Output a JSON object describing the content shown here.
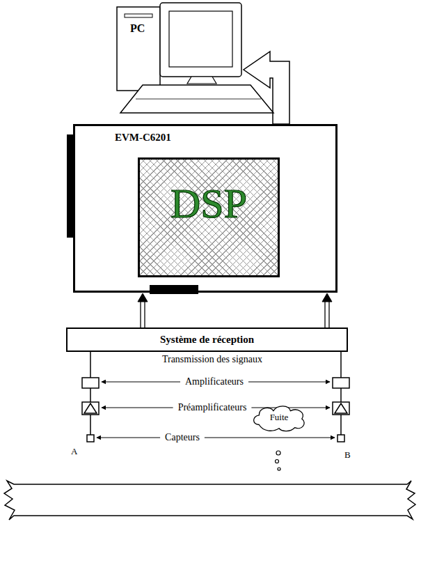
{
  "diagram": {
    "nodes": [
      {
        "text": [
          "PC"
        ]
      },
      {
        "text": [
          "EVM-C6201"
        ]
      },
      {
        "text": [
          "DSP"
        ],
        "in": 1
      },
      {
        "text": [
          "Système de réception"
        ]
      },
      {
        "text": [
          "Fuite"
        ]
      }
    ],
    "edges": [
      {
        "from": 1,
        "to": 0,
        "arrow": "to"
      },
      {
        "from": 3,
        "to": 1,
        "arrow": "to"
      },
      {
        "from": 3,
        "to": 1,
        "arrow": "to"
      }
    ],
    "labels": [
      "Transmission des signaux",
      "Amplificateurs",
      "Préamplificateurs",
      "Capteurs",
      "A",
      "B"
    ]
  }
}
